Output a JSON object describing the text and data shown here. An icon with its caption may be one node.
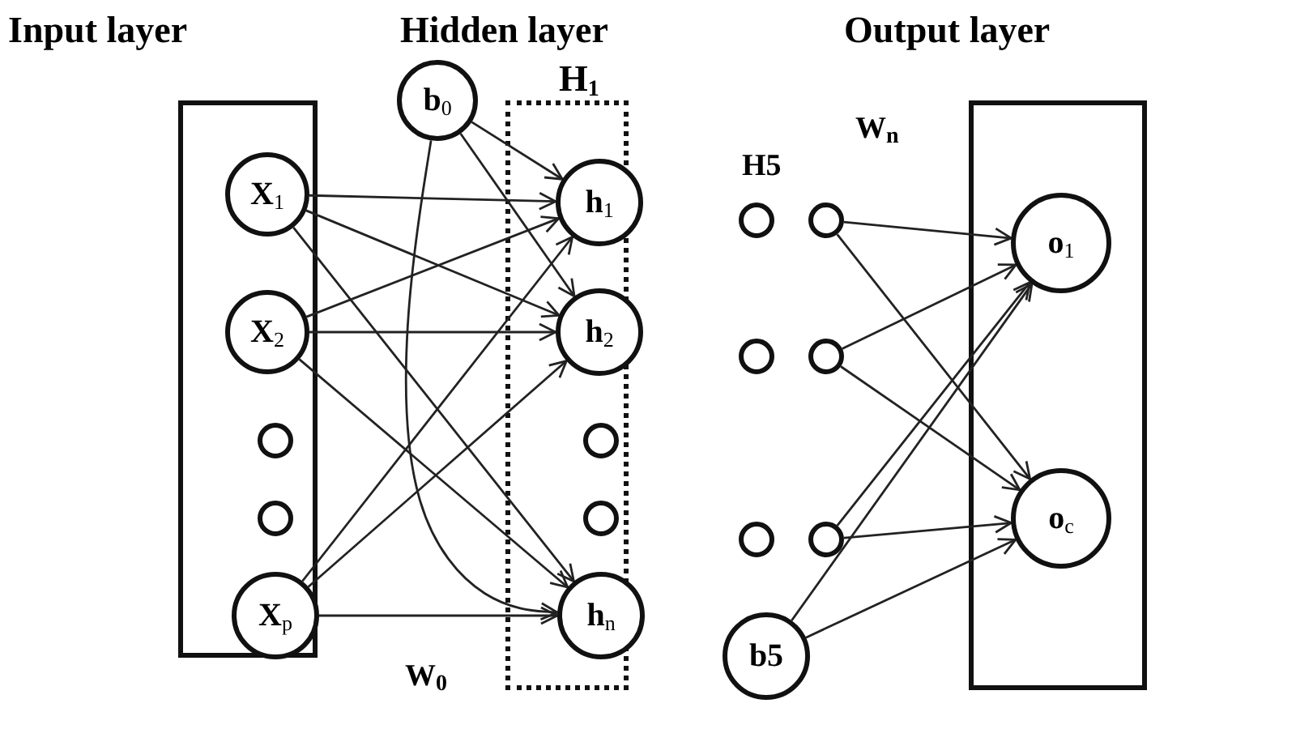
{
  "diagram": {
    "nodes": [
      {
        "text": [
          "Input layer"
        ]
      },
      {
        "text": [
          "X$_{1}$"
        ],
        "in": 0
      },
      {
        "text": [
          "X$_{2}$"
        ],
        "in": 0
      },
      {
        "text": [],
        "shape": "circle",
        "in": 0
      },
      {
        "text": [],
        "shape": "circle",
        "in": 0
      },
      {
        "text": [
          "X$_{p}$"
        ],
        "in": 0
      },
      {
        "text": [
          "b$_{0}$"
        ]
      },
      {
        "text": [
          "Hidden layer",
          "H$_{1}$"
        ]
      },
      {
        "text": [
          "h$_{1}$"
        ],
        "in": 7
      },
      {
        "text": [
          "h$_{2}$"
        ],
        "in": 7
      },
      {
        "text": [],
        "shape": "circle",
        "in": 7
      },
      {
        "text": [],
        "shape": "circle",
        "in": 7
      },
      {
        "text": [
          "h$_{n}$"
        ],
        "in": 7
      },
      {
        "text": [],
        "shape": "circle"
      },
      {
        "text": [],
        "shape": "circle"
      },
      {
        "text": [],
        "shape": "circle"
      },
      {
        "text": [],
        "shape": "circle"
      },
      {
        "text": [],
        "shape": "circle"
      },
      {
        "text": [],
        "shape": "circle"
      },
      {
        "text": [
          "b5"
        ]
      },
      {
        "text": [
          "Output layer"
        ]
      },
      {
        "text": [
          "o$_{1}$"
        ],
        "in": 20
      },
      {
        "text": [
          "o$_{c}$"
        ],
        "in": 20
      }
    ],
    "edges": [
      {
        "from": 1,
        "to": 8,
        "arrow": "to"
      },
      {
        "from": 1,
        "to": 9,
        "arrow": "to"
      },
      {
        "from": 1,
        "to": 12,
        "arrow": "to"
      },
      {
        "from": 2,
        "to": 8,
        "arrow": "to"
      },
      {
        "from": 2,
        "to": 9,
        "arrow": "to"
      },
      {
        "from": 2,
        "to": 12,
        "arrow": "to"
      },
      {
        "from": 5,
        "to": 8,
        "arrow": "to"
      },
      {
        "from": 5,
        "to": 9,
        "arrow": "to"
      },
      {
        "from": 5,
        "to": 12,
        "arrow": "to"
      },
      {
        "from": 6,
        "to": 8,
        "arrow": "to"
      },
      {
        "from": 6,
        "to": 9,
        "arrow": "to"
      },
      {
        "from": 6,
        "to": 12,
        "arrow": "to"
      },
      {
        "from": 14,
        "to": 21,
        "arrow": "to"
      },
      {
        "from": 14,
        "to": 22,
        "arrow": "to"
      },
      {
        "from": 16,
        "to": 21,
        "arrow": "to"
      },
      {
        "from": 16,
        "to": 22,
        "arrow": "to"
      },
      {
        "from": 18,
        "to": 21,
        "arrow": "to"
      },
      {
        "from": 18,
        "to": 22,
        "arrow": "to"
      },
      {
        "from": 19,
        "to": 21,
        "arrow": "to"
      },
      {
        "from": 19,
        "to": 22,
        "arrow": "to"
      }
    ],
    "labels": [
      "H5",
      "W$_{n}$",
      "W$_{0}$"
    ]
  }
}
